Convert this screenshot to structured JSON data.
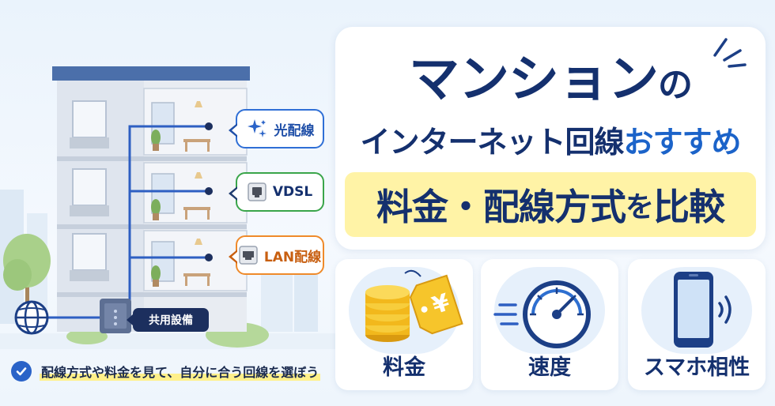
{
  "title": {
    "line1_main": "マンション",
    "line1_particle": "の",
    "line2_main": "インターネット回線",
    "line2_accent": "おすすめ",
    "subtitle_main": "料金・配線方式",
    "subtitle_particle": "を",
    "subtitle_end": "比較"
  },
  "callouts": {
    "hikari": "光配線",
    "vdsl": "VDSL",
    "lan": "LAN配線"
  },
  "building": {
    "shared_equipment": "共用設備"
  },
  "features": [
    {
      "label": "料金",
      "icon": "coins-price-tag-icon",
      "tag_symbol": "¥"
    },
    {
      "label": "速度",
      "icon": "speedometer-icon"
    },
    {
      "label": "スマホ相性",
      "icon": "smartphone-icon"
    }
  ],
  "footnote": "配線方式や料金を見て、自分に合う回線を選ぼう",
  "colors": {
    "navy": "#14306e",
    "accent_blue": "#1b63c9",
    "highlight_yellow": "#fff3a6",
    "hikari_border": "#2f6fd6",
    "vdsl_border": "#3aa54a",
    "lan_border": "#ef8a2a",
    "coin_gold": "#f2b81c"
  }
}
